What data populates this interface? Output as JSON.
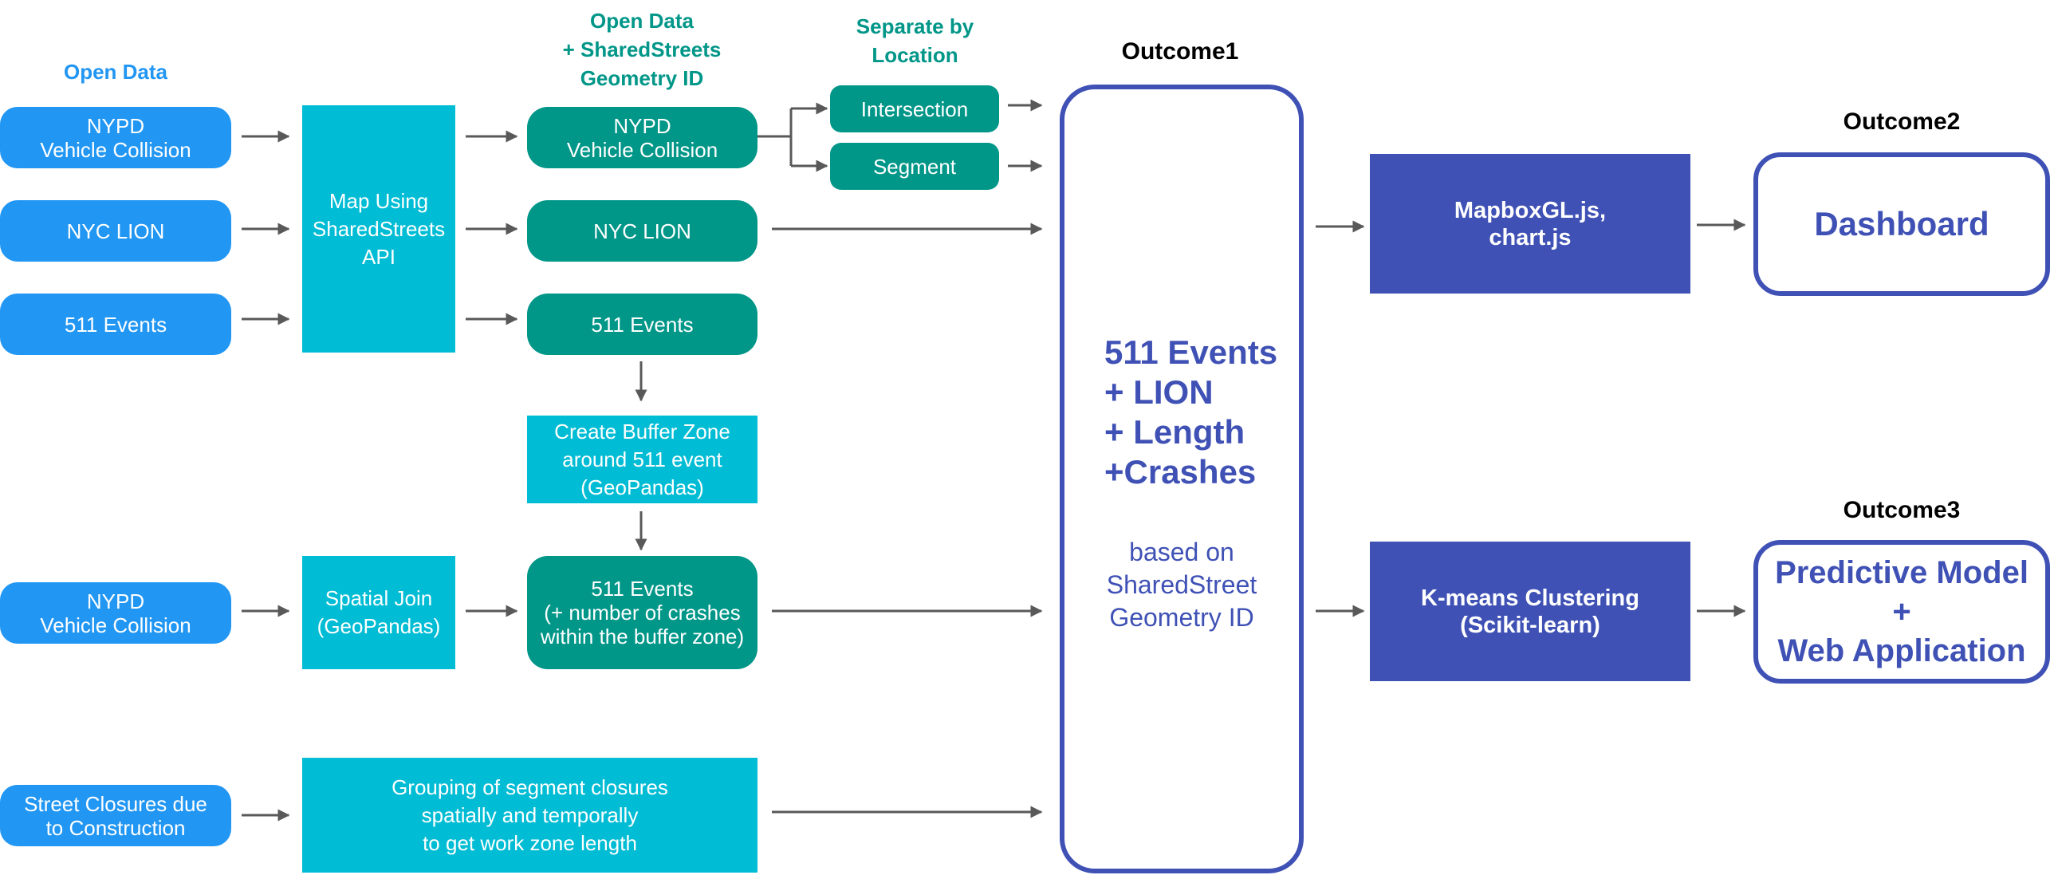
{
  "headers": {
    "open_data": "Open Data",
    "open_data_shared": [
      "Open Data",
      "+ SharedStreets",
      "Geometry ID"
    ],
    "separate": [
      "Separate by",
      "Location"
    ],
    "outcome1": "Outcome1",
    "outcome2": "Outcome2",
    "outcome3": "Outcome3"
  },
  "sources": {
    "nypd": [
      "NYPD",
      "Vehicle Collision"
    ],
    "lion": "NYC LION",
    "events": "511 Events",
    "nypd2": [
      "NYPD",
      "Vehicle Collision"
    ],
    "closures": [
      "Street Closures due",
      "to Construction"
    ]
  },
  "process": {
    "map_api": [
      "Map Using",
      "SharedStreets",
      "API"
    ],
    "spatial_join": [
      "Spatial Join",
      "(GeoPandas)"
    ],
    "grouping": [
      "Grouping of segment closures",
      "spatially and temporally",
      "to get work zone length"
    ]
  },
  "mapped": {
    "nypd": [
      "NYPD",
      "Vehicle Collision"
    ],
    "lion": "NYC LION",
    "events": "511 Events",
    "buffer": [
      "Create Buffer Zone",
      "around 511 event",
      "(GeoPandas)"
    ],
    "events_crashes": [
      "511 Events",
      "(+ number of crashes",
      "within the buffer zone)"
    ]
  },
  "location": {
    "intersection": "Intersection",
    "segment": "Segment"
  },
  "outcome1_box": {
    "main": [
      "511 Events",
      "+ LION",
      "+ Length",
      "+Crashes"
    ],
    "sub": [
      "based on",
      "SharedStreet",
      "Geometry ID"
    ]
  },
  "tools": {
    "mapbox": [
      "MapboxGL.js,",
      "chart.js"
    ],
    "kmeans": [
      "K-means Clustering",
      "(Scikit-learn)"
    ]
  },
  "results": {
    "dashboard": "Dashboard",
    "predictive": [
      "Predictive Model",
      "+",
      "Web Application"
    ]
  },
  "colors": {
    "blue": "#2196f3",
    "cyan": "#00bcd4",
    "teal": "#009688",
    "navy": "#3f51b5",
    "arrow": "#595959"
  }
}
